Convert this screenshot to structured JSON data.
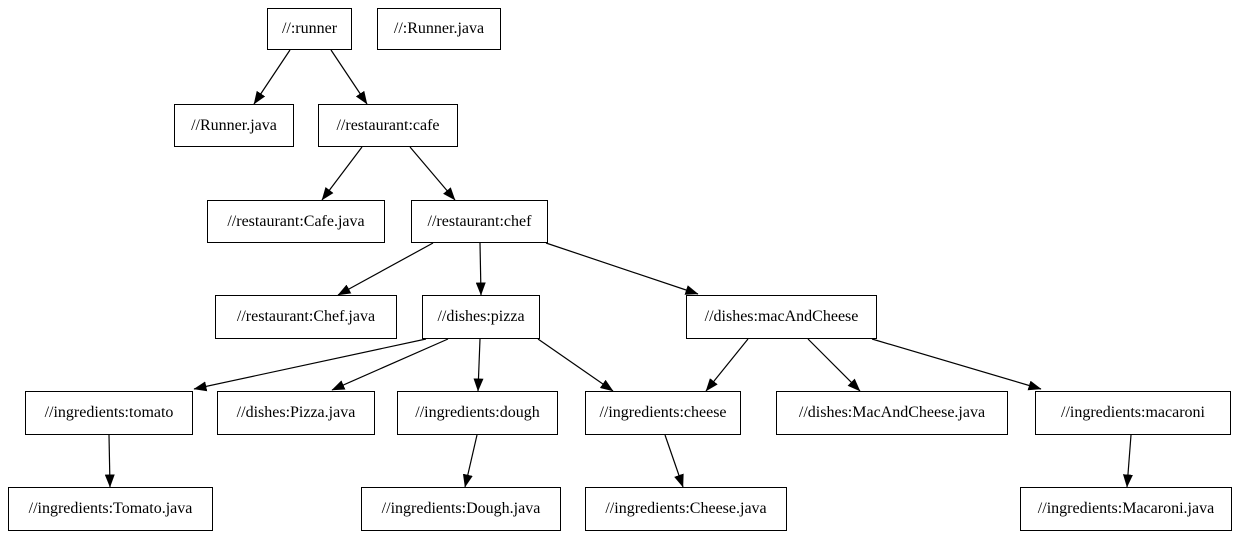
{
  "diagram": {
    "title": "build-target-dependency-graph",
    "type": "directed-graph",
    "background_color": "#ffffff",
    "node_fill_color": "#ffffff",
    "node_border_color": "#000000",
    "edge_color": "#000000",
    "text_color": "#000000",
    "nodes": [
      {
        "id": "runner",
        "label": "//:runner"
      },
      {
        "id": "runner_java_top",
        "label": "//:Runner.java"
      },
      {
        "id": "runner_java",
        "label": "//Runner.java"
      },
      {
        "id": "cafe",
        "label": "//restaurant:cafe"
      },
      {
        "id": "cafe_java",
        "label": "//restaurant:Cafe.java"
      },
      {
        "id": "chef",
        "label": "//restaurant:chef"
      },
      {
        "id": "chef_java",
        "label": "//restaurant:Chef.java"
      },
      {
        "id": "pizza",
        "label": "//dishes:pizza"
      },
      {
        "id": "mac",
        "label": "//dishes:macAndCheese"
      },
      {
        "id": "tomato",
        "label": "//ingredients:tomato"
      },
      {
        "id": "pizza_java",
        "label": "//dishes:Pizza.java"
      },
      {
        "id": "dough",
        "label": "//ingredients:dough"
      },
      {
        "id": "cheese",
        "label": "//ingredients:cheese"
      },
      {
        "id": "mac_java",
        "label": "//dishes:MacAndCheese.java"
      },
      {
        "id": "macaroni",
        "label": "//ingredients:macaroni"
      },
      {
        "id": "tomato_java",
        "label": "//ingredients:Tomato.java"
      },
      {
        "id": "dough_java",
        "label": "//ingredients:Dough.java"
      },
      {
        "id": "cheese_java",
        "label": "//ingredients:Cheese.java"
      },
      {
        "id": "macaroni_java",
        "label": "//ingredients:Macaroni.java"
      }
    ],
    "edges": [
      {
        "from": "runner",
        "to": "runner_java"
      },
      {
        "from": "runner",
        "to": "cafe"
      },
      {
        "from": "cafe",
        "to": "cafe_java"
      },
      {
        "from": "cafe",
        "to": "chef"
      },
      {
        "from": "chef",
        "to": "chef_java"
      },
      {
        "from": "chef",
        "to": "pizza"
      },
      {
        "from": "chef",
        "to": "mac"
      },
      {
        "from": "pizza",
        "to": "tomato"
      },
      {
        "from": "pizza",
        "to": "pizza_java"
      },
      {
        "from": "pizza",
        "to": "dough"
      },
      {
        "from": "pizza",
        "to": "cheese"
      },
      {
        "from": "mac",
        "to": "cheese"
      },
      {
        "from": "mac",
        "to": "mac_java"
      },
      {
        "from": "mac",
        "to": "macaroni"
      },
      {
        "from": "tomato",
        "to": "tomato_java"
      },
      {
        "from": "dough",
        "to": "dough_java"
      },
      {
        "from": "cheese",
        "to": "cheese_java"
      },
      {
        "from": "macaroni",
        "to": "macaroni_java"
      }
    ]
  }
}
